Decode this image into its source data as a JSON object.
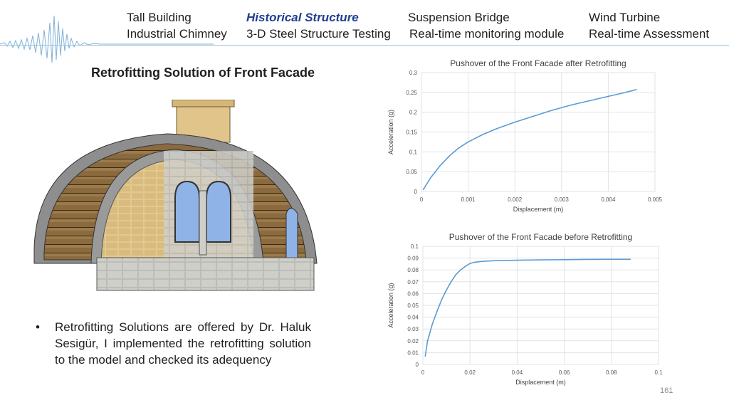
{
  "nav": {
    "row1": [
      "Tall Building",
      "Historical Structure",
      "Suspension Bridge",
      "Wind Turbine"
    ],
    "row2": [
      "Industrial Chimney",
      "3-D Steel Structure Testing",
      "Real-time monitoring module",
      "Real-time Assessment"
    ],
    "active": "Historical Structure",
    "active_color": "#1f3f8f"
  },
  "title": "Retrofitting Solution of Front Facade",
  "bullet": "Retrofitting Solutions are offered by Dr. Haluk Sesigür, I implemented the retrofitting solution to the model and checked its adequency",
  "page_number": "161",
  "chart_data": [
    {
      "type": "line",
      "title": "Pushover of the Front Facade after Retrofitting",
      "xlabel": "Displacement (m)",
      "ylabel": "Acceleration (g)",
      "xlim": [
        0,
        0.005
      ],
      "ylim": [
        0,
        0.3
      ],
      "xticks": [
        "0",
        "0.001",
        "0.002",
        "0.003",
        "0.004",
        "0.005"
      ],
      "yticks": [
        "0",
        "0.05",
        "0.1",
        "0.15",
        "0.2",
        "0.25",
        "0.3"
      ],
      "grid": true,
      "series_color": "#5b9bd5",
      "x": [
        4e-05,
        0.0002,
        0.0004,
        0.0006,
        0.0008,
        0.001,
        0.0013,
        0.0016,
        0.002,
        0.0024,
        0.0028,
        0.0032,
        0.0036,
        0.004,
        0.0043,
        0.0046
      ],
      "y": [
        0.005,
        0.035,
        0.065,
        0.09,
        0.11,
        0.125,
        0.143,
        0.158,
        0.175,
        0.19,
        0.205,
        0.218,
        0.229,
        0.24,
        0.248,
        0.257
      ]
    },
    {
      "type": "line",
      "title": "Pushover of the Front Facade before Retrofitting",
      "xlabel": "Displacement (m)",
      "ylabel": "Acceleration (g)",
      "xlim": [
        0,
        0.1
      ],
      "ylim": [
        0,
        0.1
      ],
      "xticks": [
        "0",
        "0.02",
        "0.04",
        "0.06",
        "0.08",
        "0.1"
      ],
      "yticks": [
        "0",
        "0.01",
        "0.02",
        "0.03",
        "0.04",
        "0.05",
        "0.06",
        "0.07",
        "0.08",
        "0.09",
        "0.1"
      ],
      "grid": true,
      "series_color": "#5b9bd5",
      "x": [
        0.001,
        0.002,
        0.004,
        0.006,
        0.008,
        0.01,
        0.012,
        0.014,
        0.016,
        0.018,
        0.02,
        0.022,
        0.025,
        0.03,
        0.04,
        0.05,
        0.06,
        0.07,
        0.08,
        0.088
      ],
      "y": [
        0.007,
        0.02,
        0.034,
        0.045,
        0.055,
        0.063,
        0.07,
        0.076,
        0.08,
        0.083,
        0.0855,
        0.0865,
        0.0872,
        0.0878,
        0.0882,
        0.0885,
        0.0887,
        0.0889,
        0.089,
        0.089
      ]
    }
  ]
}
